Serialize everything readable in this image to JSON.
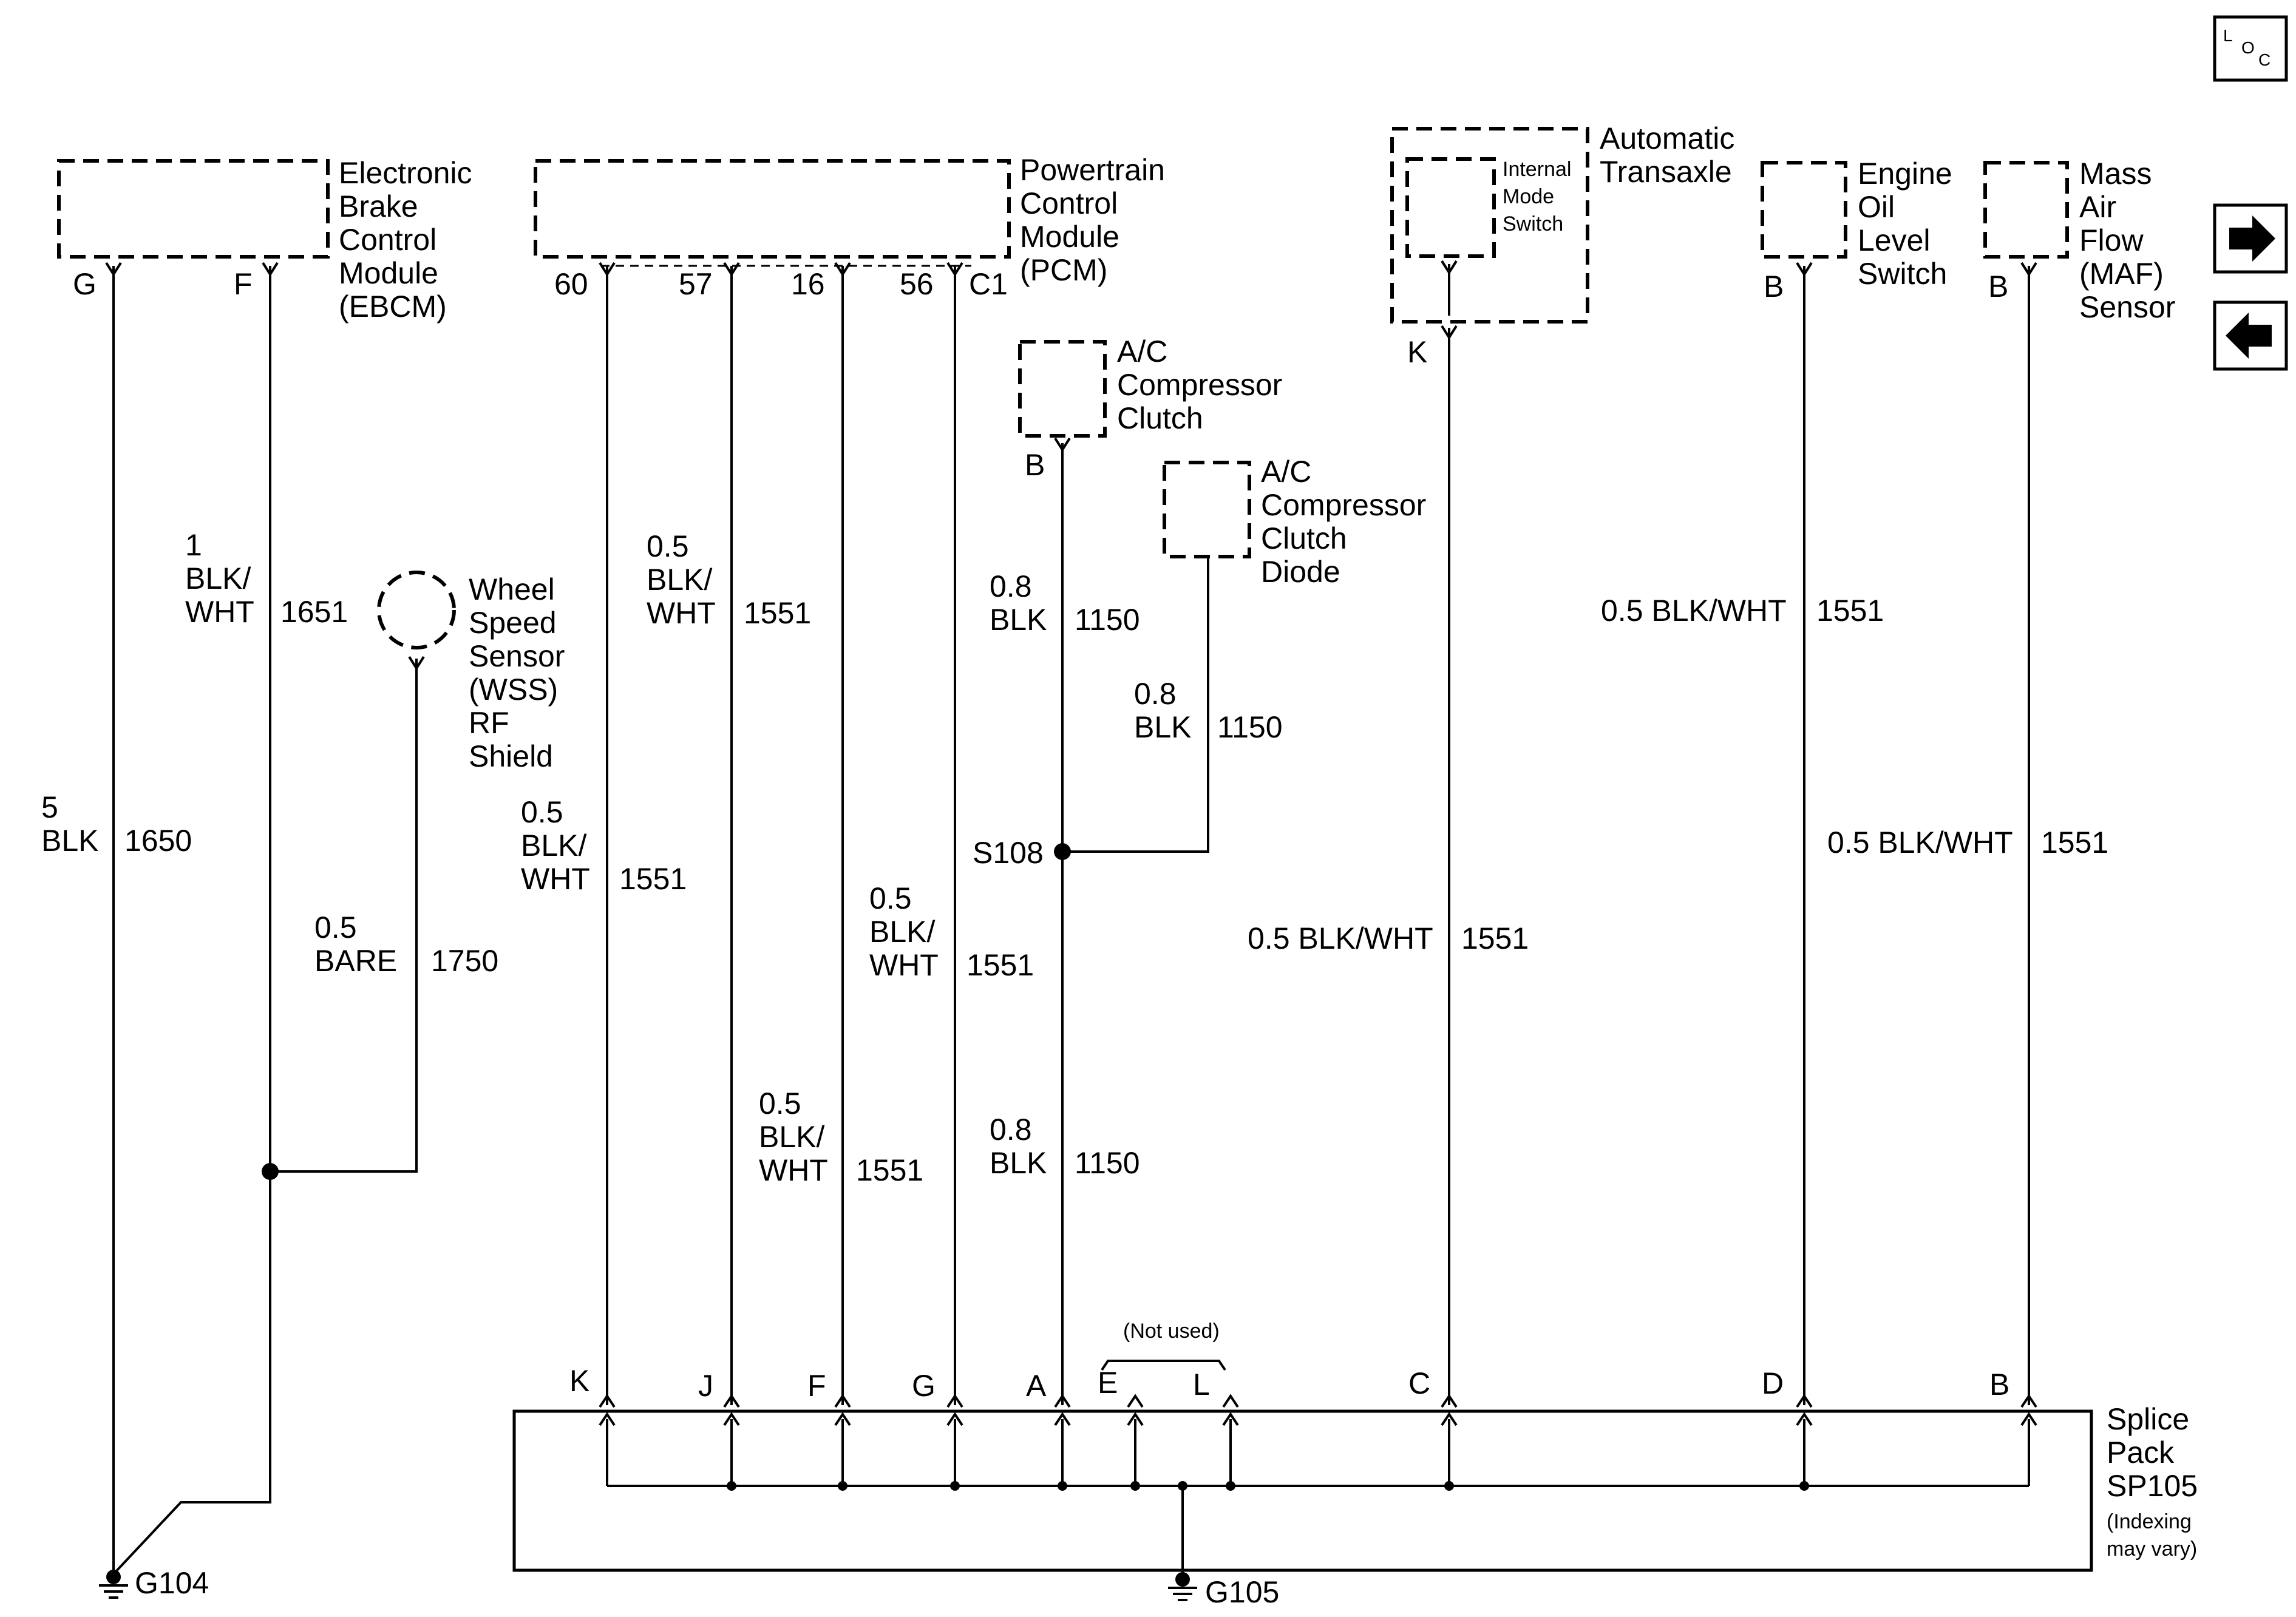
{
  "components": {
    "ebcm": [
      "Electronic",
      "Brake",
      "Control",
      "Module",
      "(EBCM)"
    ],
    "pcm": [
      "Powertrain",
      "Control",
      "Module",
      "(PCM)"
    ],
    "trans": [
      "Automatic",
      "Transaxle"
    ],
    "mode_switch": [
      "Internal",
      "Mode",
      "Switch"
    ],
    "oil": [
      "Engine",
      "Oil",
      "Level",
      "Switch"
    ],
    "maf": [
      "Mass",
      "Air",
      "Flow",
      "(MAF)",
      "Sensor"
    ],
    "ac_clutch": [
      "A/C",
      "Compressor",
      "Clutch"
    ],
    "ac_diode": [
      "A/C",
      "Compressor",
      "Clutch",
      "Diode"
    ],
    "wss": [
      "Wheel",
      "Speed",
      "Sensor",
      "(WSS)",
      "RF",
      "Shield"
    ],
    "splice": [
      "Splice",
      "Pack",
      "SP105"
    ],
    "splice_note": [
      "(Indexing",
      "may vary)"
    ]
  },
  "pins": {
    "ebcm_g": "G",
    "ebcm_f": "F",
    "pcm_60": "60",
    "pcm_57": "57",
    "pcm_16": "16",
    "pcm_56": "56",
    "pcm_c1": "C1",
    "ac_b": "B",
    "trans_k": "K",
    "oil_b": "B",
    "maf_b": "B",
    "sp_k": "K",
    "sp_j": "J",
    "sp_f": "F",
    "sp_g": "G",
    "sp_a": "A",
    "sp_e": "E",
    "sp_l": "L",
    "sp_c": "C",
    "sp_d": "D",
    "sp_b": "B"
  },
  "wires": {
    "w_1650": [
      "5",
      "BLK",
      "1650"
    ],
    "w_1651": [
      "1",
      "BLK/",
      "WHT",
      "1651"
    ],
    "w_1750": [
      "0.5",
      "BARE",
      "1750"
    ],
    "w_60": [
      "0.5",
      "BLK/",
      "WHT",
      "1551"
    ],
    "w_57": [
      "0.5",
      "BLK/",
      "WHT",
      "1551"
    ],
    "w_16": [
      "0.5",
      "BLK/",
      "WHT",
      "1551"
    ],
    "w_56": [
      "0.5",
      "BLK/",
      "WHT",
      "1551"
    ],
    "w_ac_top": [
      "0.8",
      "BLK",
      "1150"
    ],
    "w_ac_bot": [
      "0.8",
      "BLK",
      "1150"
    ],
    "w_diode": [
      "0.8",
      "BLK",
      "1150"
    ],
    "w_trans": [
      "0.5 BLK/WHT",
      "1551"
    ],
    "w_oil": [
      "0.5 BLK/WHT",
      "1551"
    ],
    "w_maf": [
      "0.5 BLK/WHT",
      "1551"
    ]
  },
  "splices": {
    "s108": "S108"
  },
  "grounds": {
    "g104": "G104",
    "g105": "G105"
  },
  "notes": {
    "not_used": "(Not used)"
  },
  "loc_icon": {
    "l": "L",
    "o": "O",
    "c": "C"
  },
  "nav": {
    "forward": "next-page-arrow",
    "back": "previous-page-arrow"
  }
}
